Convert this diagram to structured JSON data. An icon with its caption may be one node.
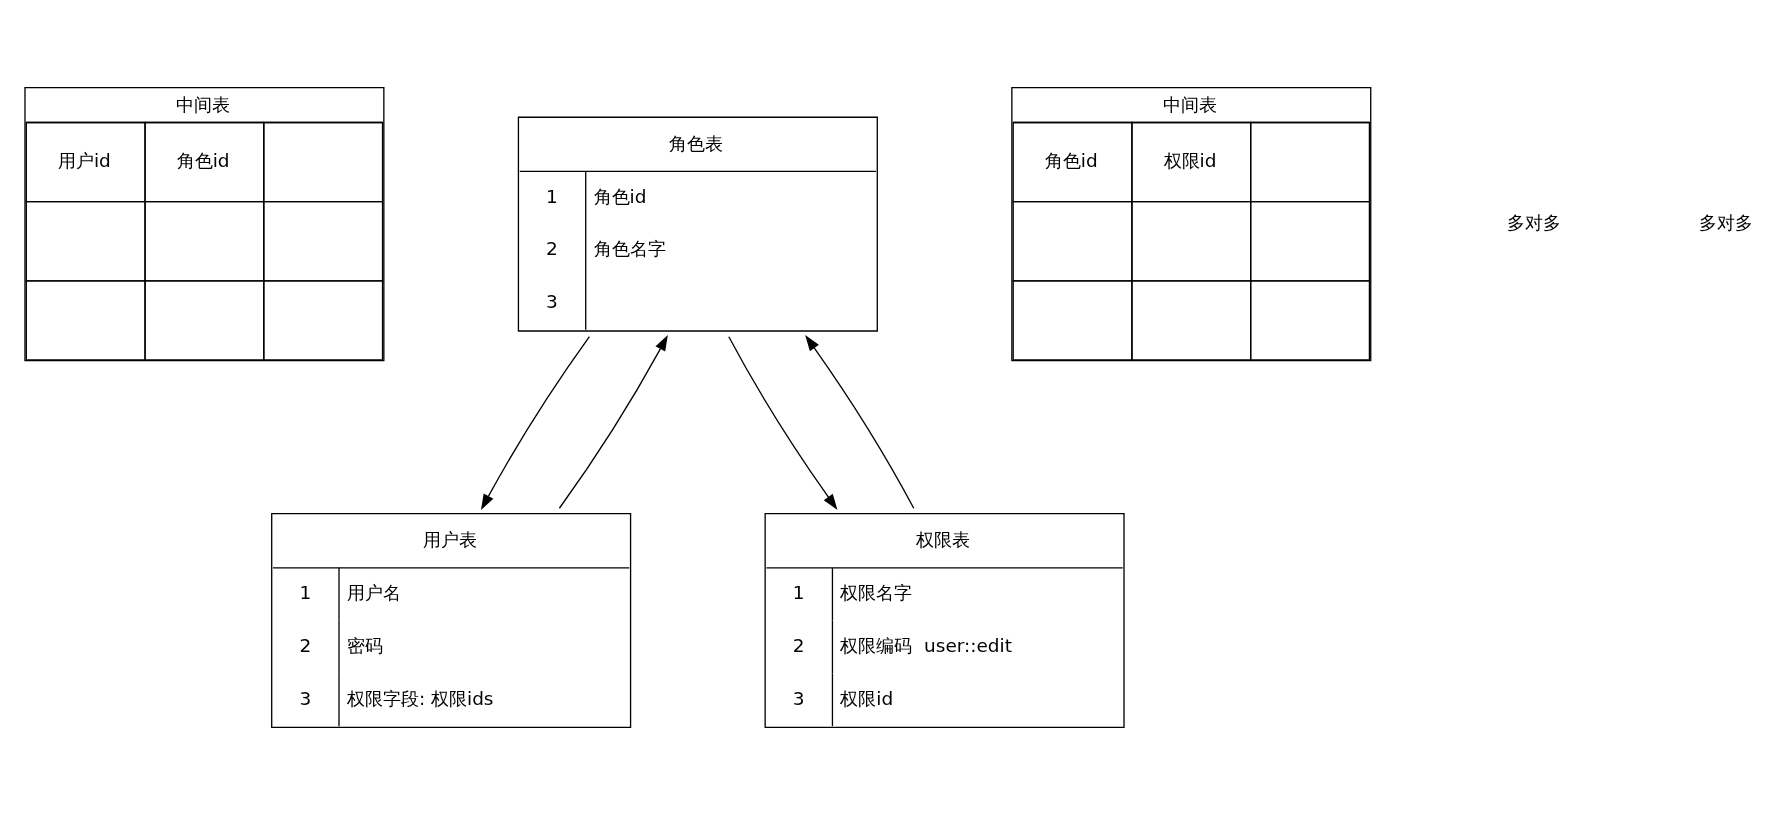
{
  "diagram": {
    "nodes": [
      {
        "text": [
          "中间表",
          "用户id",
          "角色id"
        ]
      },
      {
        "text": [
          "角色表",
          "1",
          "角色id",
          "2",
          "角色名字",
          "3"
        ]
      },
      {
        "text": [
          "中间表",
          "角色id",
          "权限id"
        ]
      },
      {
        "text": [
          "用户表",
          "1",
          "用户名",
          "2",
          "密码",
          "3",
          "权限字段: 权限ids"
        ]
      },
      {
        "text": [
          "权限表",
          "1",
          "权限名字",
          "2",
          "权限编码  user::edit",
          "3",
          "权限id"
        ]
      }
    ],
    "edges": [
      {
        "from": 3,
        "to": 1,
        "arrow": "to"
      },
      {
        "from": 1,
        "to": 3,
        "arrow": "to"
      },
      {
        "from": 1,
        "to": 4,
        "arrow": "to"
      },
      {
        "from": 4,
        "to": 1,
        "arrow": "to"
      }
    ],
    "labels": [
      "多对多",
      "多对多"
    ]
  }
}
